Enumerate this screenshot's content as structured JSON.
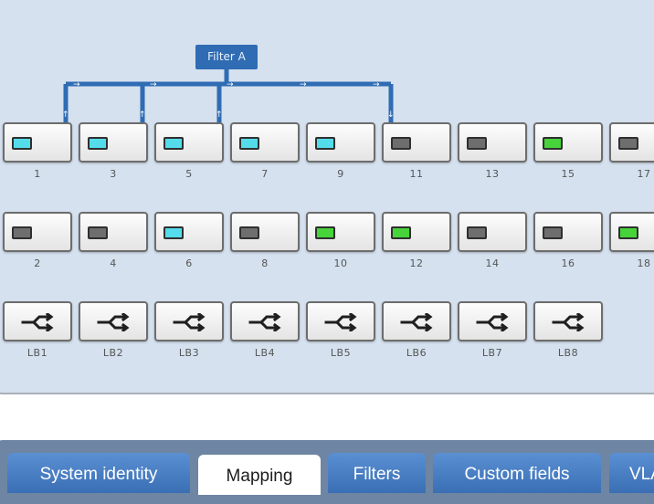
{
  "filter": {
    "label": "Filter A"
  },
  "colors": {
    "cyan": "#54dcea",
    "gray": "#6e6e6e",
    "green": "#47d33a"
  },
  "ports_row1": [
    {
      "num": "1",
      "led": "cyan"
    },
    {
      "num": "3",
      "led": "cyan"
    },
    {
      "num": "5",
      "led": "cyan"
    },
    {
      "num": "7",
      "led": "cyan"
    },
    {
      "num": "9",
      "led": "cyan"
    },
    {
      "num": "11",
      "led": "gray"
    },
    {
      "num": "13",
      "led": "gray"
    },
    {
      "num": "15",
      "led": "green"
    },
    {
      "num": "17",
      "led": "gray"
    }
  ],
  "ports_row2": [
    {
      "num": "2",
      "led": "gray"
    },
    {
      "num": "4",
      "led": "gray"
    },
    {
      "num": "6",
      "led": "cyan"
    },
    {
      "num": "8",
      "led": "gray"
    },
    {
      "num": "10",
      "led": "green"
    },
    {
      "num": "12",
      "led": "green"
    },
    {
      "num": "14",
      "led": "gray"
    },
    {
      "num": "16",
      "led": "gray"
    },
    {
      "num": "18",
      "led": "green"
    }
  ],
  "load_balancers": [
    "LB1",
    "LB2",
    "LB3",
    "LB4",
    "LB5",
    "LB6",
    "LB7",
    "LB8"
  ],
  "tabs": [
    {
      "label": "System identity",
      "active": false
    },
    {
      "label": "Mapping",
      "active": true
    },
    {
      "label": "Filters",
      "active": false
    },
    {
      "label": "Custom fields",
      "active": false
    },
    {
      "label": "VLAN",
      "active": false
    }
  ]
}
